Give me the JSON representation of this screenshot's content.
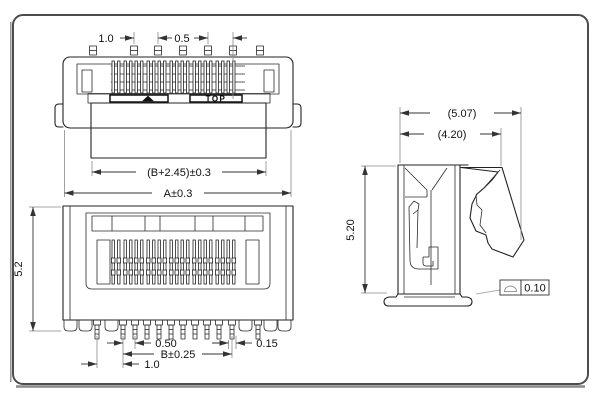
{
  "colors": {
    "outline": "#222222",
    "dimension": "#333333",
    "extension": "#888888",
    "frame": "#555555"
  },
  "top_view": {
    "dim_pin_pitch": "1.0",
    "dim_contact_pitch": "0.5",
    "dim_body_width": "(B+2.45)±0.3",
    "dim_overall_width": "A±0.3",
    "marking_label": "TOP",
    "pin1_marker_icon": "filled-triangle-up"
  },
  "front_view": {
    "dim_height": "5.2",
    "dim_contact_pitch": "0.50",
    "dim_pin_span": "B±0.25",
    "dim_end_pitch": "1.0",
    "dim_lead_width": "0.15"
  },
  "side_view": {
    "dim_overall_depth": "(5.07)",
    "dim_body_depth": "(4.20)",
    "dim_height": "5.20",
    "coplanarity_symbol_icon": "surface-profile-dome",
    "coplanarity_value": "0.10"
  }
}
